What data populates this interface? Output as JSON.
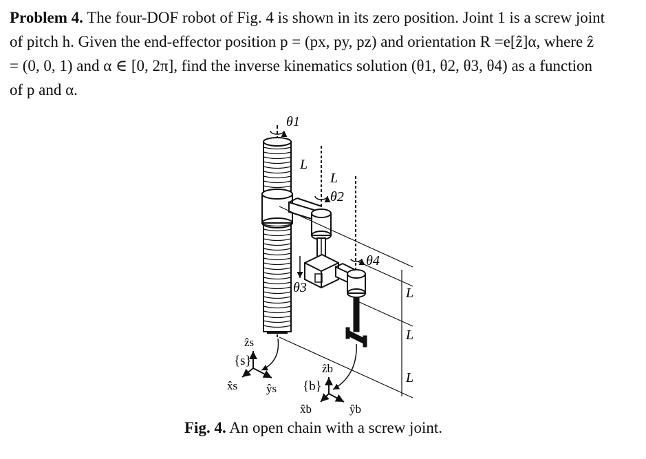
{
  "problem": {
    "label": "Problem 4.",
    "line1": "The four-DOF robot of Fig. 4 is shown in its zero position. Joint 1 is a screw joint",
    "line2": "of pitch h. Given the end-effector position p = (px, py, pz) and orientation R =e[ẑ]α, where ẑ",
    "line3": "= (0, 0, 1) and α ∈ [0, 2π], find the inverse kinematics solution (θ1, θ2, θ3, θ4) as a function",
    "line4": "of p and α."
  },
  "figure": {
    "theta1": "θ1",
    "theta2": "θ2",
    "theta3": "θ3",
    "theta4": "θ4",
    "L_top1": "L",
    "L_top2": "L",
    "L_right1": "L",
    "L_right2": "L",
    "L_right3": "L",
    "zs": "ẑs",
    "xs": "x̂s",
    "ys": "ŷs",
    "s_frame": "{s}",
    "zb": "ẑb",
    "xb": "x̂b",
    "yb": "ŷb",
    "b_frame": "{b}"
  },
  "caption": {
    "label": "Fig. 4.",
    "text": "An open chain with a screw joint."
  }
}
